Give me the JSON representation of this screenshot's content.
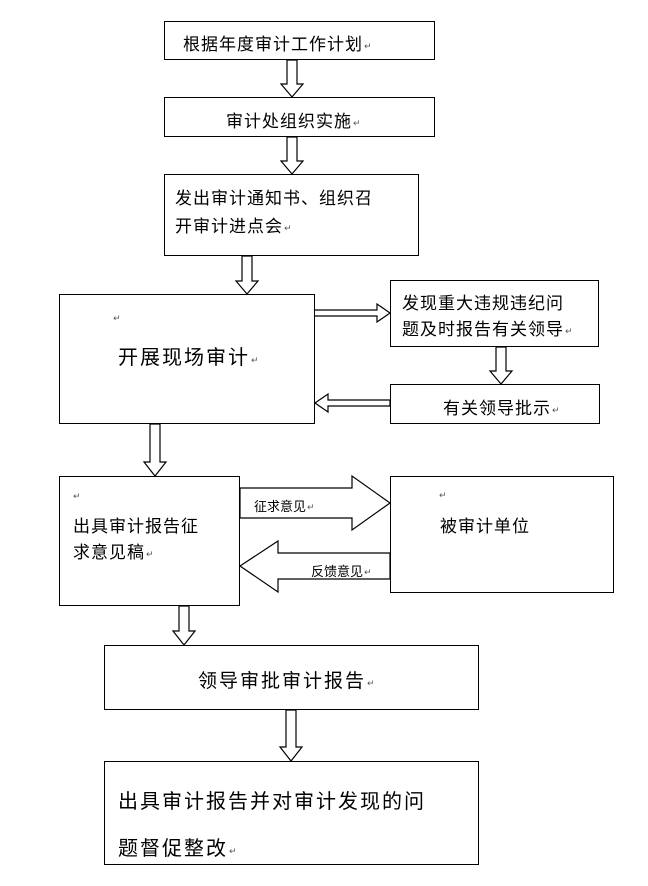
{
  "flowchart": {
    "step1": "根据年度审计工作计划",
    "step2": "审计处组织实施",
    "step3": {
      "line1": "发出审计通知书、组织召",
      "line2": "开审计进点会"
    },
    "step4": "开展现场审计",
    "report_issue": {
      "line1": "发现重大违规违纪问",
      "line2": "题及时报告有关领导"
    },
    "leader_instruction": "有关领导批示",
    "draft_report": {
      "line1": "出具审计报告征",
      "line2": "求意见稿"
    },
    "audited_unit": "被审计单位",
    "solicit_label": "征求意见",
    "feedback_label": "反馈意见",
    "approval": "领导审批审计报告",
    "final": {
      "line1": "出具审计报告并对审计发现的问",
      "line2": "题督促整改"
    },
    "paragraph_mark": "↵"
  }
}
